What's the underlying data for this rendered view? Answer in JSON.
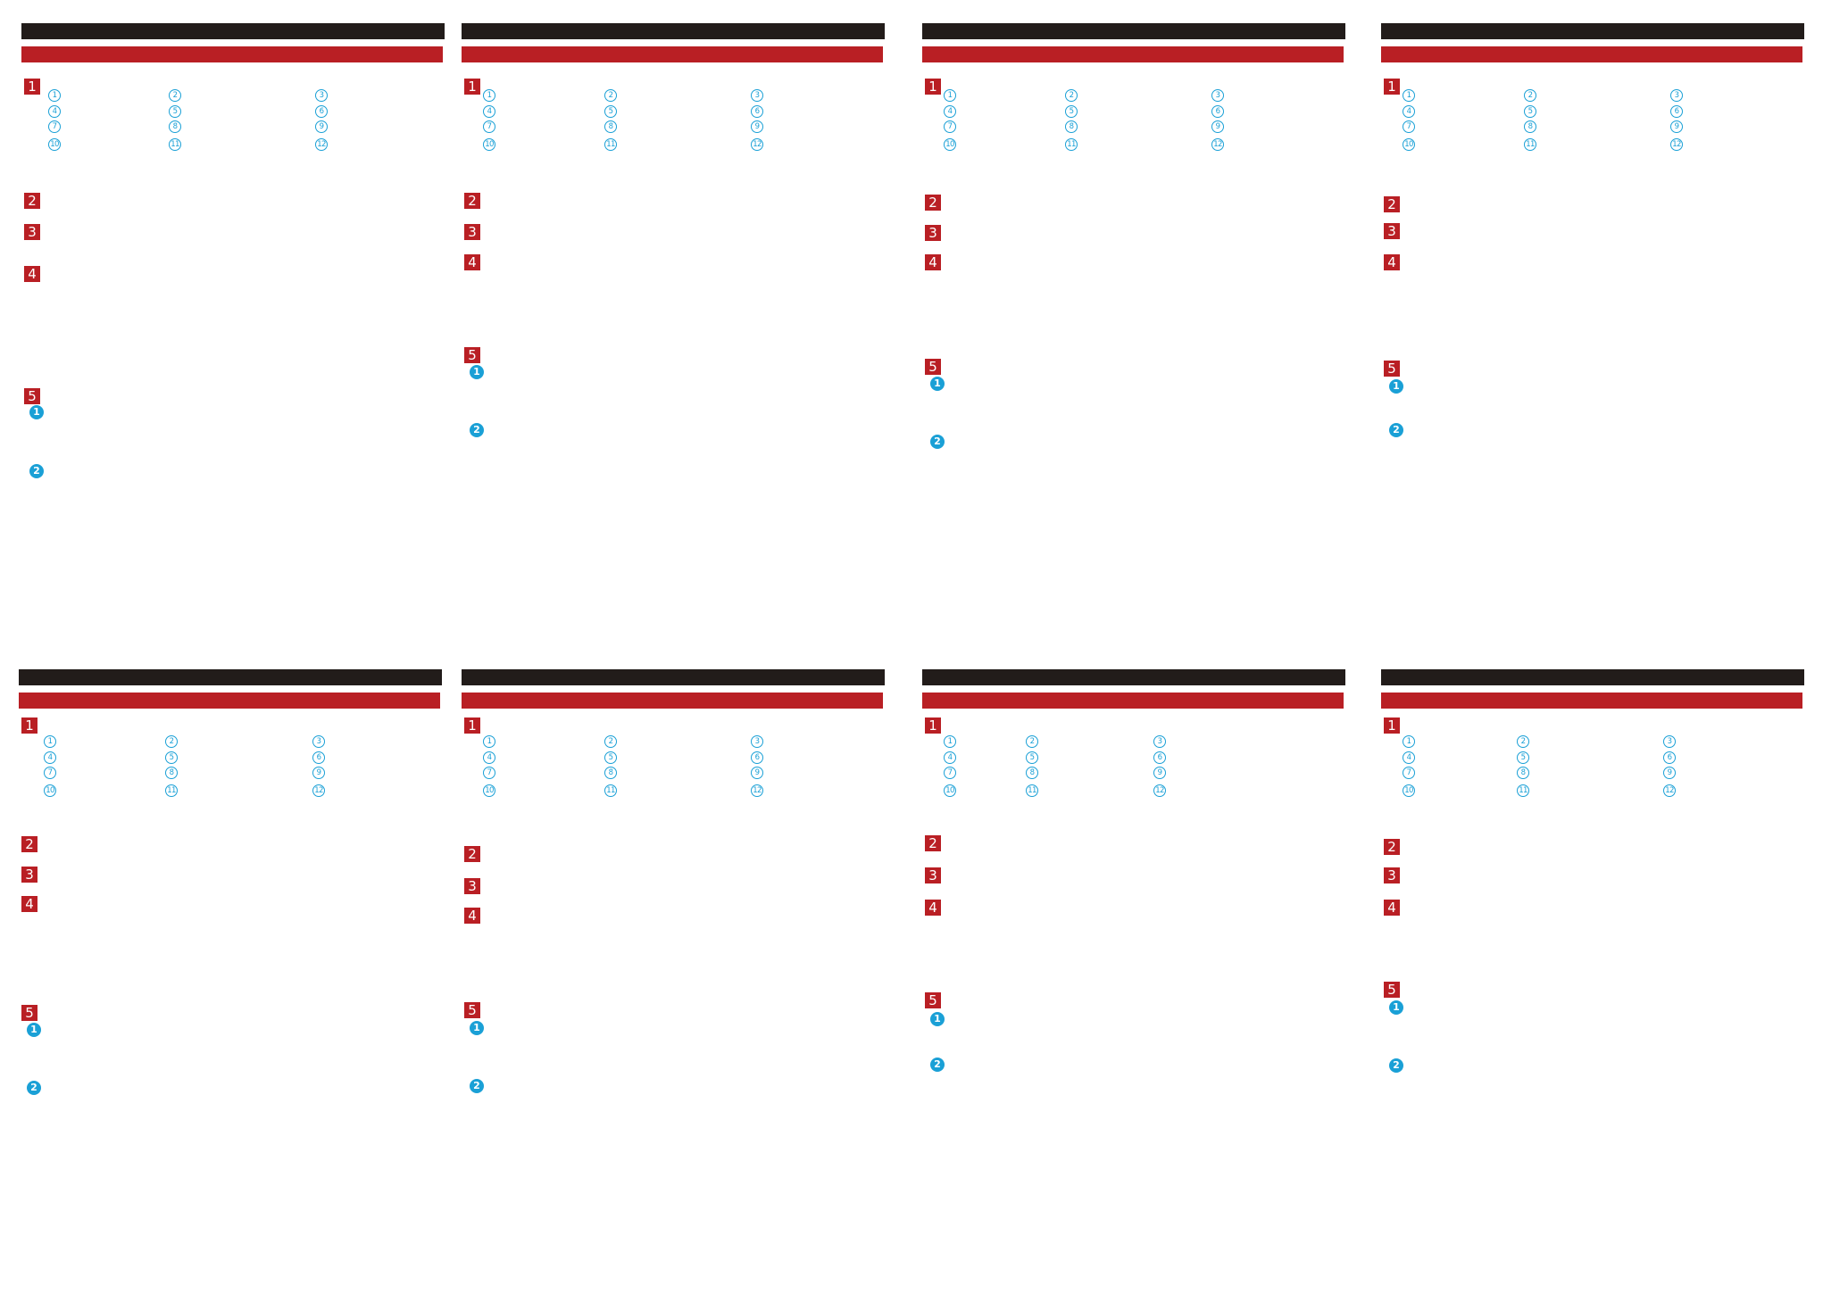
{
  "colors": {
    "dark_bar": "#221c1a",
    "section_red": "#b91f24",
    "circle_blue": "#1aa0d6"
  },
  "panels": [
    {
      "sections": [
        "1",
        "2",
        "3",
        "4",
        "5"
      ],
      "parts": [
        "1",
        "2",
        "3",
        "4",
        "5",
        "6",
        "7",
        "8",
        "9",
        "10",
        "11",
        "12"
      ],
      "steps": [
        "1",
        "2"
      ]
    },
    {
      "sections": [
        "1",
        "2",
        "3",
        "4",
        "5"
      ],
      "parts": [
        "1",
        "2",
        "3",
        "4",
        "5",
        "6",
        "7",
        "8",
        "9",
        "10",
        "11",
        "12"
      ],
      "steps": [
        "1",
        "2"
      ]
    },
    {
      "sections": [
        "1",
        "2",
        "3",
        "4",
        "5"
      ],
      "parts": [
        "1",
        "2",
        "3",
        "4",
        "5",
        "6",
        "7",
        "8",
        "9",
        "10",
        "11",
        "12"
      ],
      "steps": [
        "1",
        "2"
      ]
    },
    {
      "sections": [
        "1",
        "2",
        "3",
        "4",
        "5"
      ],
      "parts": [
        "1",
        "2",
        "3",
        "4",
        "5",
        "6",
        "7",
        "8",
        "9",
        "10",
        "11",
        "12"
      ],
      "steps": [
        "1",
        "2"
      ]
    },
    {
      "sections": [
        "1",
        "2",
        "3",
        "4",
        "5"
      ],
      "parts": [
        "1",
        "2",
        "3",
        "4",
        "5",
        "6",
        "7",
        "8",
        "9",
        "10",
        "11",
        "12"
      ],
      "steps": [
        "1",
        "2"
      ]
    },
    {
      "sections": [
        "1",
        "2",
        "3",
        "4",
        "5"
      ],
      "parts": [
        "1",
        "2",
        "3",
        "4",
        "5",
        "6",
        "7",
        "8",
        "9",
        "10",
        "11",
        "12"
      ],
      "steps": [
        "1",
        "2"
      ]
    },
    {
      "sections": [
        "1",
        "2",
        "3",
        "4",
        "5"
      ],
      "parts": [
        "1",
        "2",
        "3",
        "4",
        "5",
        "6",
        "7",
        "8",
        "9",
        "10",
        "11",
        "12"
      ],
      "steps": [
        "1",
        "2"
      ]
    },
    {
      "sections": [
        "1",
        "2",
        "3",
        "4",
        "5"
      ],
      "parts": [
        "1",
        "2",
        "3",
        "4",
        "5",
        "6",
        "7",
        "8",
        "9",
        "10",
        "11",
        "12"
      ],
      "steps": [
        "1",
        "2"
      ]
    }
  ]
}
